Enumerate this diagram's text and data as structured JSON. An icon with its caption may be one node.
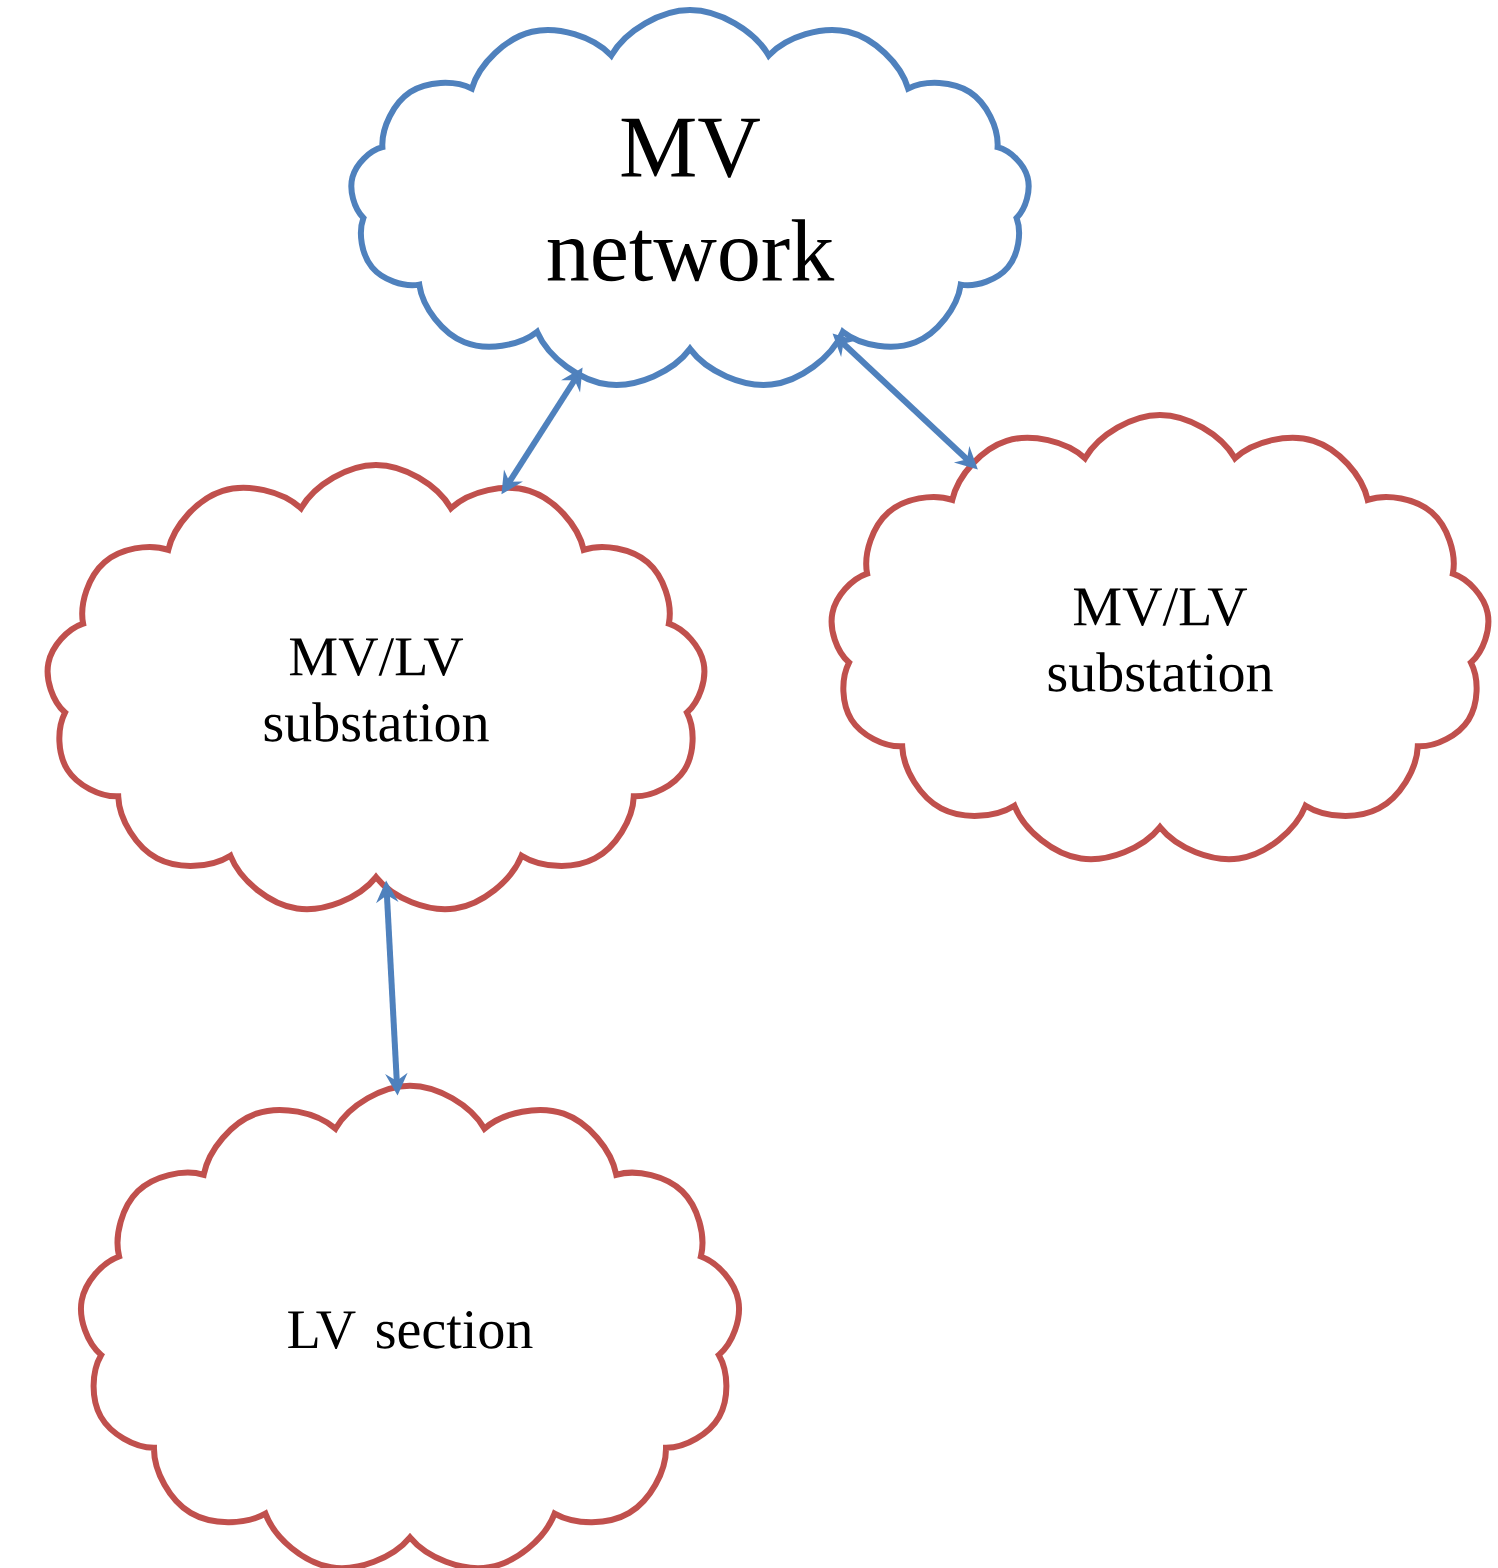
{
  "diagram": {
    "nodes": [
      {
        "text": [
          "MV network"
        ]
      },
      {
        "text": [
          "MV/LV substation"
        ]
      },
      {
        "text": [
          "MV/LV substation"
        ]
      },
      {
        "text": [
          "LV section"
        ]
      }
    ],
    "edges": [
      {
        "from": 0,
        "to": 1,
        "arrow": "both"
      },
      {
        "from": 0,
        "to": 2,
        "arrow": "both"
      },
      {
        "from": 1,
        "to": 3,
        "arrow": "both"
      }
    ]
  }
}
